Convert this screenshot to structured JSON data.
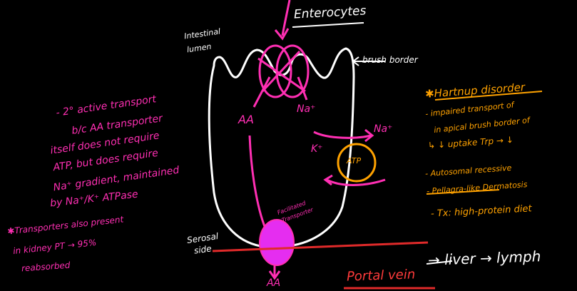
{
  "colors": {
    "background": "#000000",
    "cell_outline": "#ffffff",
    "transport": "#ff2fb3",
    "disorder": "#ffa200",
    "portal": "#ff3b3b",
    "serosal_line": "#e02a2a"
  },
  "cell": {
    "title": "Enterocytes",
    "lumen_label_line1": "Intestinal",
    "lumen_label_line2": "lumen",
    "brush_border_label": "brush border",
    "serosal_label_line1": "Serosal",
    "serosal_label_line2": "side"
  },
  "transport": {
    "aa_in": "AA",
    "na_in": "Na⁺",
    "na_out": "Na⁺",
    "k_in": "K⁺",
    "atpase_label": "ATP",
    "facilitated_line1": "Facilitated",
    "facilitated_line2": "Transporter",
    "aa_out": "AA"
  },
  "notes_left": [
    "- 2° active transport",
    "b/c AA transporter",
    "itself does not require",
    "ATP, but does require",
    "Na⁺ gradient, maintained",
    "by Na⁺/K⁺ ATPase"
  ],
  "notes_left_kidney": [
    "✱Transporters also present",
    "in kidney PT → 95%",
    "reabsorbed"
  ],
  "disorder": {
    "title": "✱Hartnup disorder",
    "lines": [
      "- impaired transport of",
      "in apical brush border of",
      "↳ ↓ uptake Trp → ↓",
      "- Autosomal recessive",
      "- Pellagra-like Dermatosis",
      "- Tx: high-protein diet"
    ]
  },
  "bottom": {
    "portal_vein": "Portal vein",
    "flow": "→ liver → lymph"
  }
}
